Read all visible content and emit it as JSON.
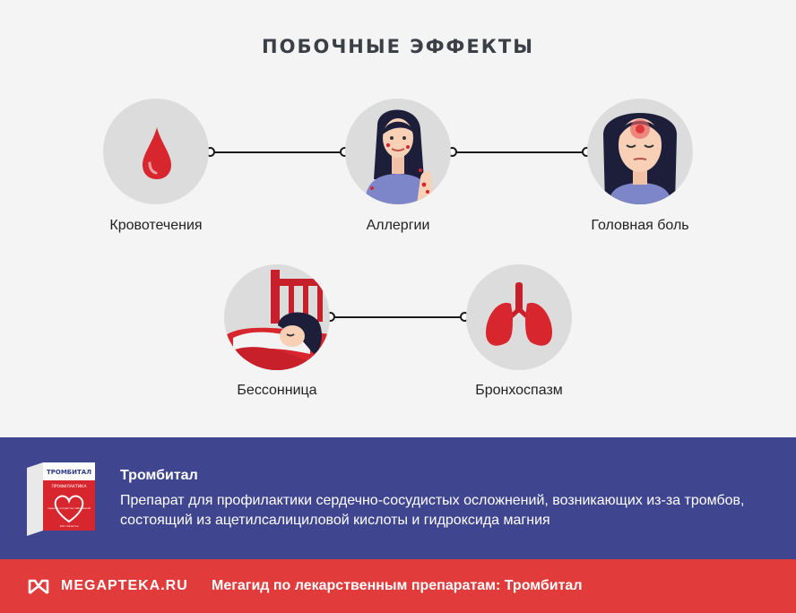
{
  "title": "ПОБОЧНЫЕ ЭФФЕКТЫ",
  "effects": [
    {
      "label": "Кровотечения",
      "icon": "blood-drop-icon"
    },
    {
      "label": "Аллергии",
      "icon": "allergy-woman-icon"
    },
    {
      "label": "Головная боль",
      "icon": "headache-woman-icon"
    },
    {
      "label": "Бессонница",
      "icon": "insomnia-woman-icon"
    },
    {
      "label": "Бронхоспазм",
      "icon": "lungs-icon"
    }
  ],
  "product": {
    "name": "Тромбитал",
    "description": "Препарат для профилактики сердечно-сосудистых осложнений, возникающих из-за тромбов, состоящий из ацетилсалициловой кислоты и гидроксида магния",
    "box_brand": "ТРОМБИТАЛ",
    "box_line": "ПРОФИЛАКТИКА",
    "box_tagline": "сердечно-сосудистых заболеваний",
    "box_count": "100 таблеток"
  },
  "footer": {
    "brand": "MEGAPTEKA.RU",
    "text": "Мегагид по лекарственным препаратам: Тромбитал"
  },
  "colors": {
    "accent_red": "#d7262e",
    "band_blue": "#3f458f",
    "footer_red": "#e23b3b",
    "background": "#f4f4f4"
  }
}
